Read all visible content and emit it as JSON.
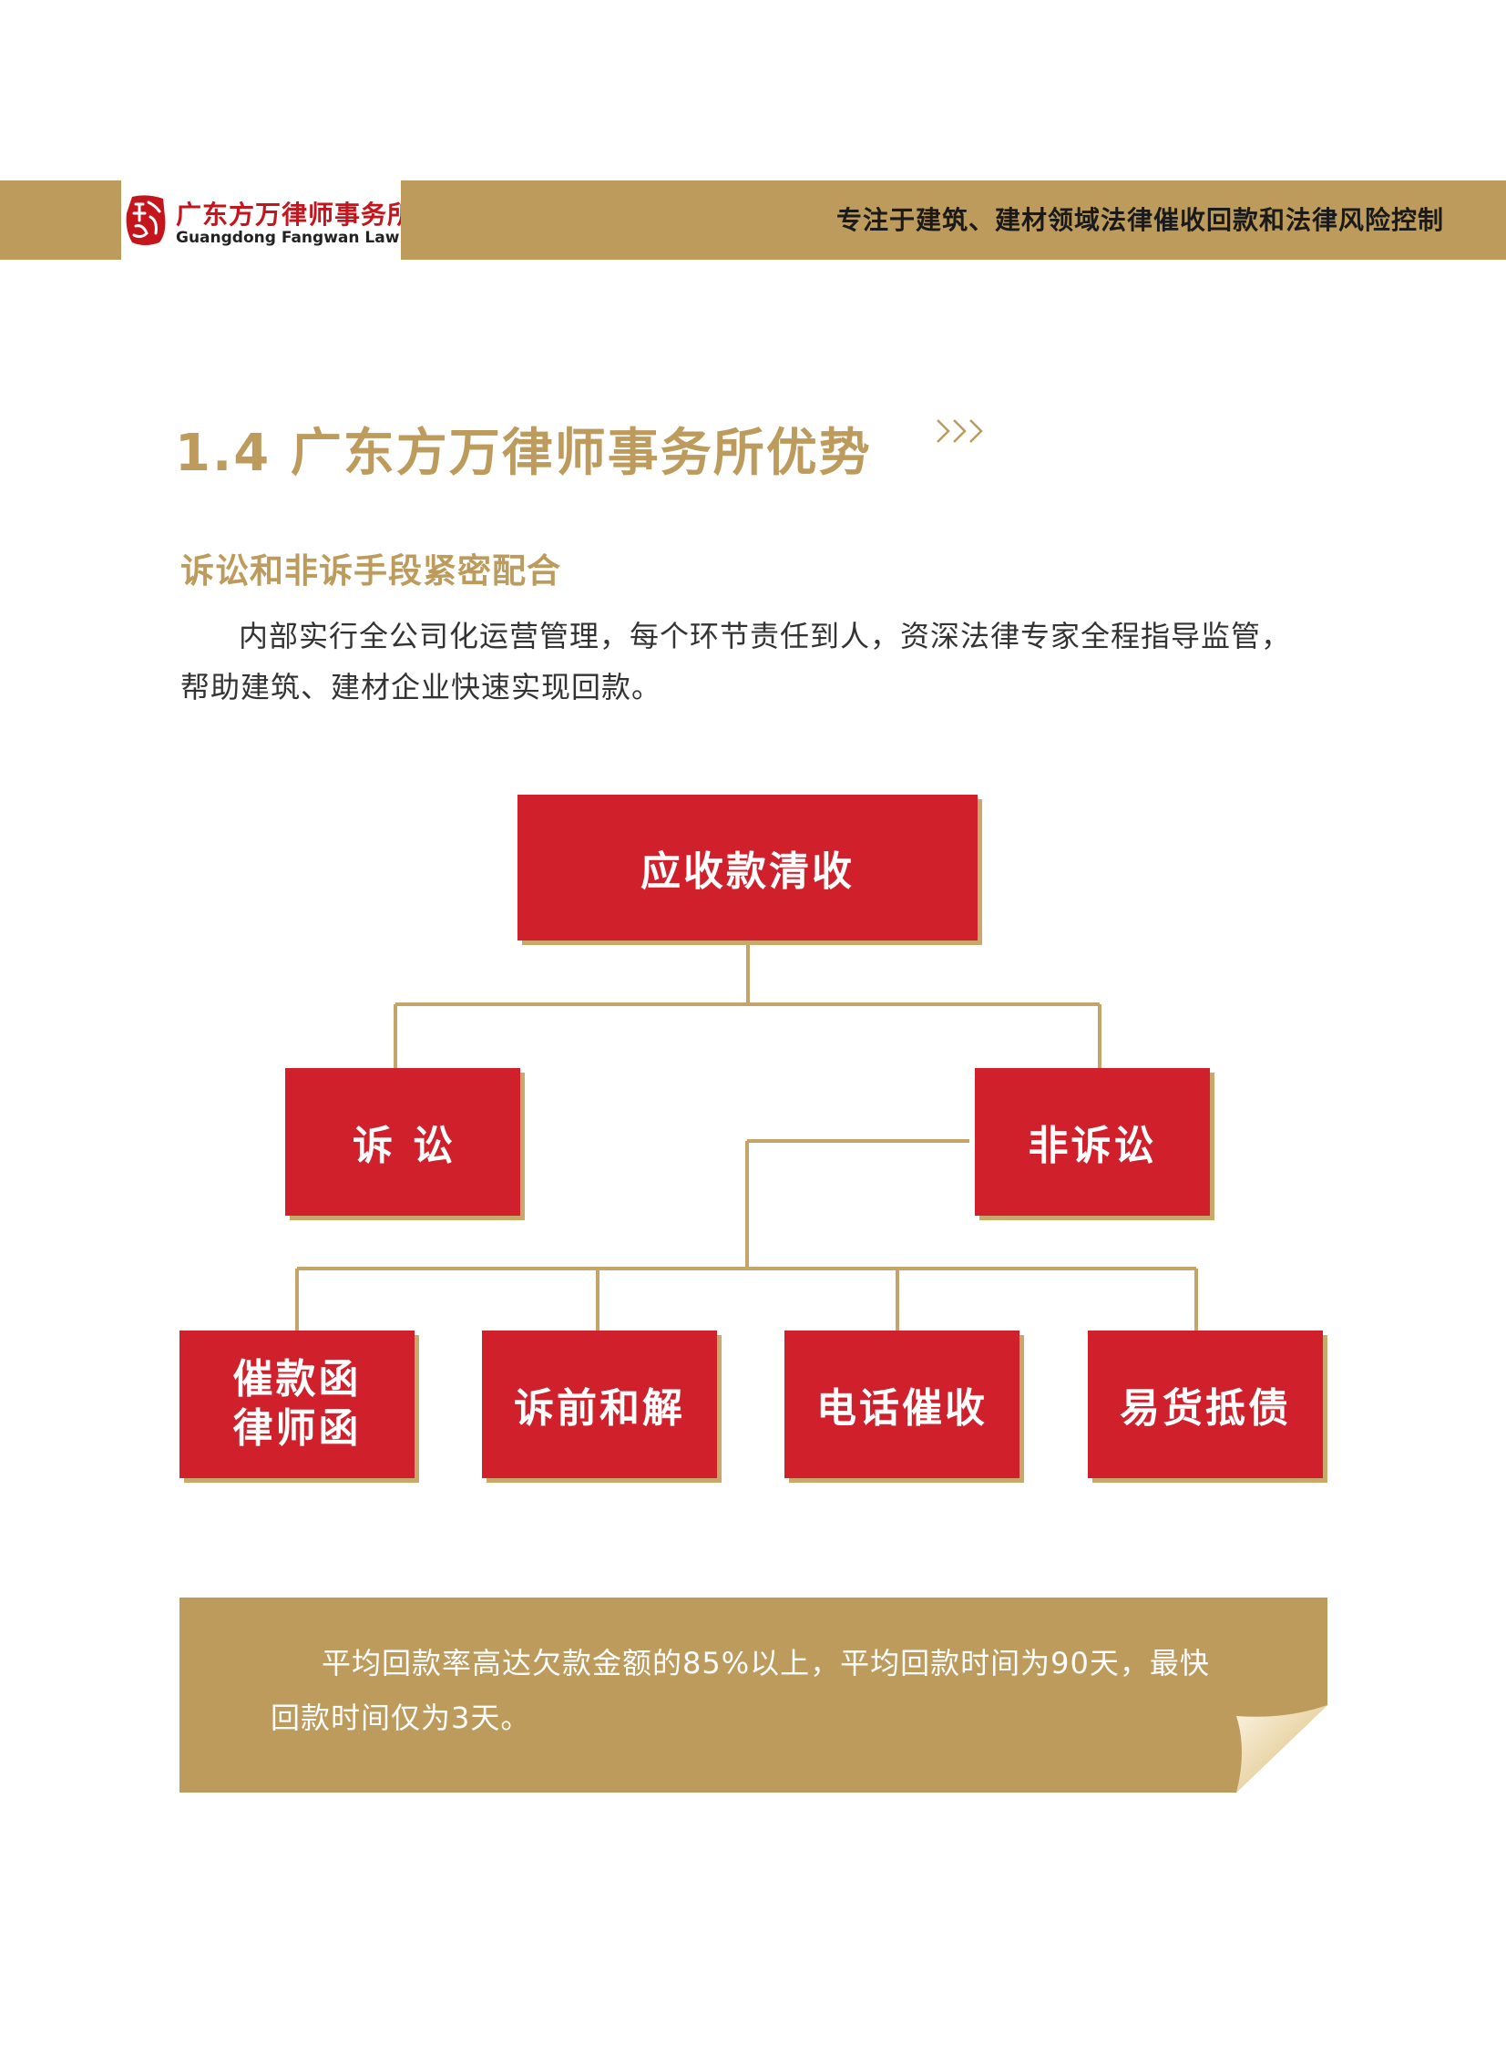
{
  "header": {
    "firm_name_cn": "广东方万律师事务所",
    "firm_name_en": "Guangdong Fangwan Law Firm",
    "slogan": "专注于建筑、建材领域法律催收回款和法律风险控制"
  },
  "section": {
    "title": "1.4 广东方万律师事务所优势",
    "chevrons": "›››",
    "subheading": "诉讼和非诉手段紧密配合",
    "intro": "内部实行全公司化运营管理，每个环节责任到人，资深法律专家全程指导监管，帮助建筑、建材企业快速实现回款。"
  },
  "diagram": {
    "root": "应收款清收",
    "litigation": "诉讼",
    "non_litigation": "非诉讼",
    "demand_letter_line1": "催款函",
    "demand_letter_line2": "律师函",
    "pre_suit_mediation": "诉前和解",
    "phone_collection": "电话催收",
    "barter_offset": "易货抵债"
  },
  "callout": {
    "text": "平均回款率高达欠款金额的85%以上，平均回款时间为90天，最快回款时间仅为3天。"
  },
  "colors": {
    "gold": "#bc9b5c",
    "red": "#d0202c"
  }
}
